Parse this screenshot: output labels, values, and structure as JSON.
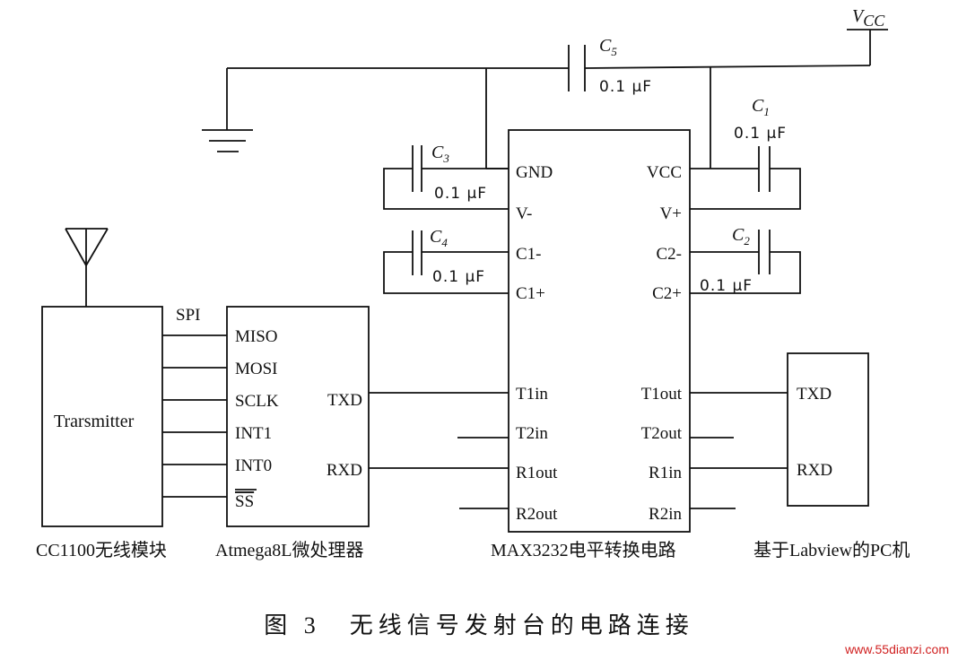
{
  "vcc": {
    "main": "V",
    "sub": "CC"
  },
  "caps": {
    "c5": {
      "name": "C",
      "sub": "5",
      "value": "0.1 μF"
    },
    "c1": {
      "name": "C",
      "sub": "1",
      "value": "0.1 μF"
    },
    "c3": {
      "name": "C",
      "sub": "3",
      "value": "0.1 μF"
    },
    "c4": {
      "name": "C",
      "sub": "4",
      "value": "0.1 μF"
    },
    "c2": {
      "name": "C",
      "sub": "2",
      "value": "0.1 μF"
    }
  },
  "transmitter": {
    "label": "Trarsmitter",
    "caption": "CC1100无线模块"
  },
  "spi_label": "SPI",
  "mcu": {
    "caption": "Atmega8L微处理器",
    "left_pins": [
      "MISO",
      "MOSI",
      "SCLK",
      "INT1",
      "INT0",
      "SS"
    ],
    "right_pins": [
      "TXD",
      "RXD"
    ]
  },
  "max3232": {
    "caption": "MAX3232电平转换电路",
    "left_pins": [
      "GND",
      "V-",
      "C1-",
      "C1+",
      "T1in",
      "T2in",
      "R1out",
      "R2out"
    ],
    "right_pins": [
      "VCC",
      "V+",
      "C2-",
      "C2+",
      "T1out",
      "T2out",
      "R1in",
      "R2in"
    ]
  },
  "pc": {
    "caption": "基于Labview的PC机",
    "pins": [
      "TXD",
      "RXD"
    ]
  },
  "figure_caption": "图 3　无线信号发射台的电路连接",
  "watermark": "www.55dianzi.com"
}
